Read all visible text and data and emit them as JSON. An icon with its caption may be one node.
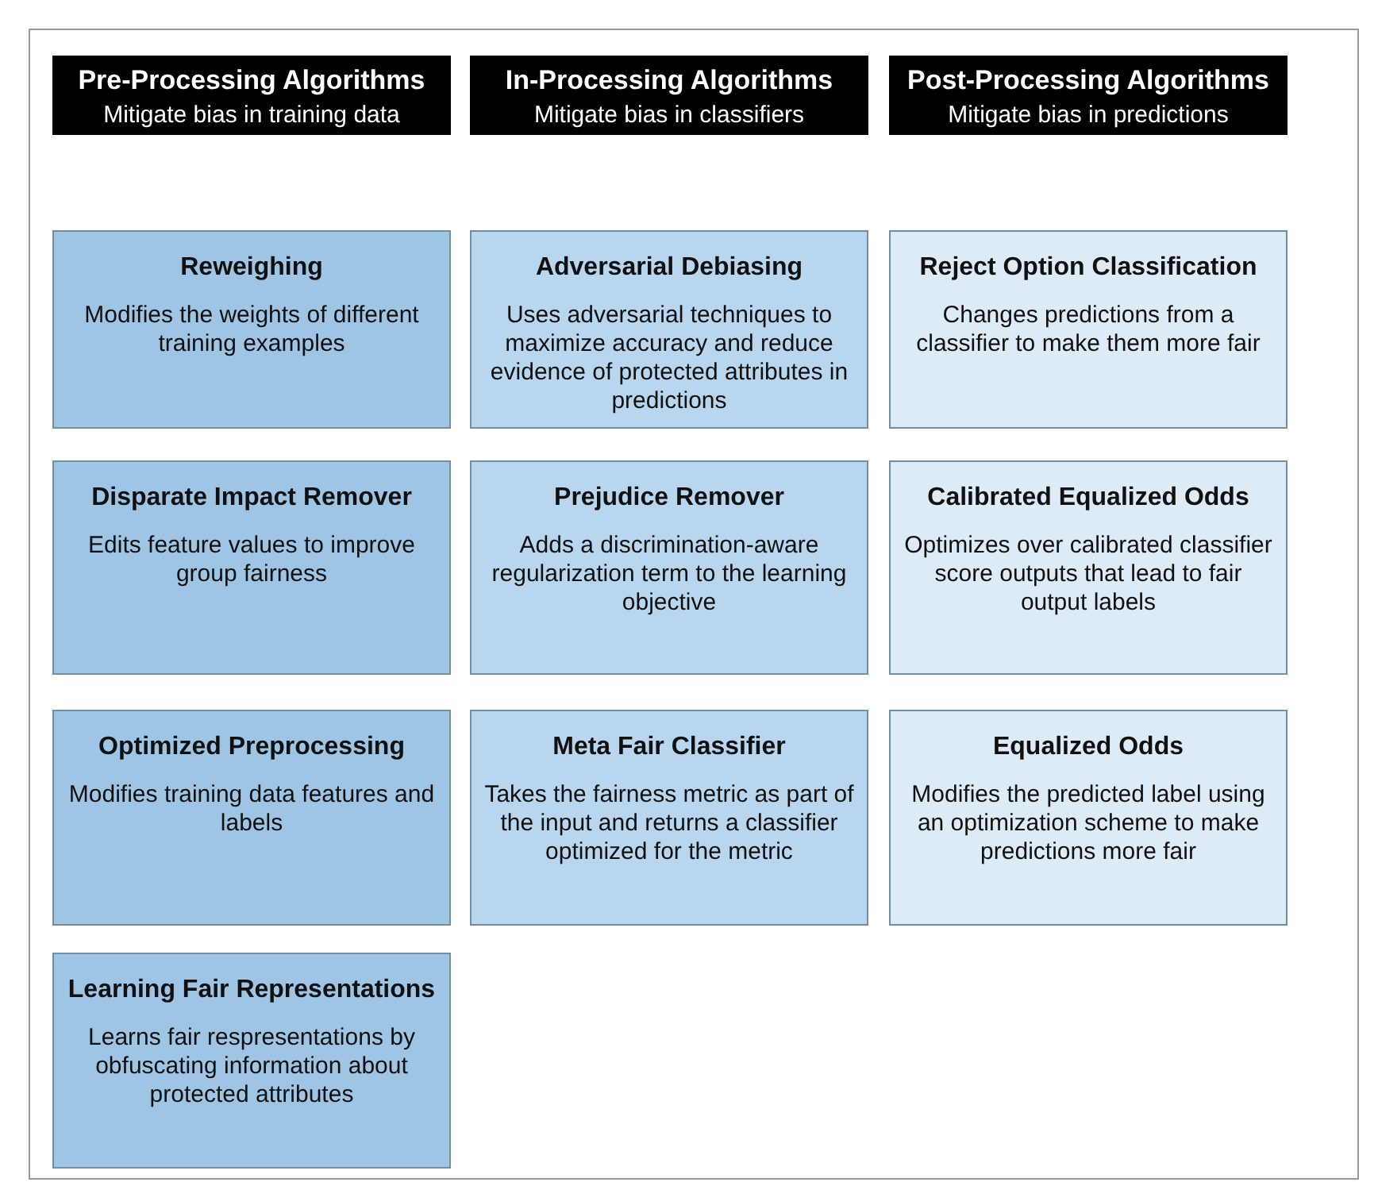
{
  "diagram": {
    "nodes": [
      {
        "text": [
          "Pre-Processing Algorithms",
          "Mitigate bias in training data"
        ]
      },
      {
        "text": [
          "In-Processing Algorithms",
          "Mitigate bias in classifiers"
        ]
      },
      {
        "text": [
          "Post-Processing Algorithms",
          "Mitigate bias in predictions"
        ]
      },
      {
        "text": [
          "Reweighing",
          "Modifies the weights of different training examples"
        ]
      },
      {
        "text": [
          "Adversarial Debiasing",
          "Uses adversarial techniques to maximize accuracy and reduce evidence of protected attributes in predictions"
        ]
      },
      {
        "text": [
          "Reject Option Classification",
          "Changes predictions from a classifier to make them more fair"
        ]
      },
      {
        "text": [
          "Disparate Impact Remover",
          "Edits feature values to improve group fairness"
        ]
      },
      {
        "text": [
          "Prejudice Remover",
          "Adds a discrimination-aware regularization term to the learning objective"
        ]
      },
      {
        "text": [
          "Calibrated Equalized Odds",
          "Optimizes over calibrated classifier score outputs that lead to fair output labels"
        ]
      },
      {
        "text": [
          "Optimized Preprocessing",
          "Modifies training data features and labels"
        ]
      },
      {
        "text": [
          "Meta Fair Classifier",
          "Takes the fairness metric as part of the input and returns a classifier optimized for the metric"
        ]
      },
      {
        "text": [
          "Equalized Odds",
          "Modifies the predicted label using an optimization scheme to make predictions more fair"
        ]
      },
      {
        "text": [
          "Learning Fair Representations",
          "Learns fair respresentations by obfuscating information about protected attributes"
        ]
      }
    ]
  }
}
